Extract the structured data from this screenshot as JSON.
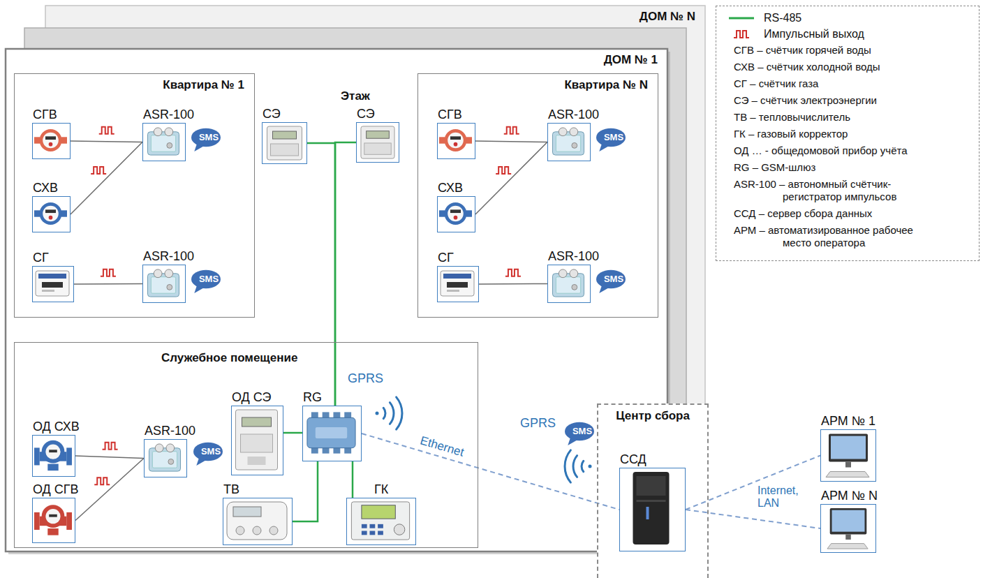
{
  "diagram": {
    "nodes": [
      {
        "text": [
          "ДОМ № N"
        ]
      },
      {
        "text": [
          "ДОМ № 1"
        ]
      },
      {
        "text": [
          "Квартира № 1"
        ],
        "in": 1
      },
      {
        "text": [
          "СГВ"
        ],
        "in": 2
      },
      {
        "text": [
          "СХВ"
        ],
        "in": 2
      },
      {
        "text": [
          "ASR-100"
        ],
        "in": 2
      },
      {
        "text": [
          "SMS"
        ],
        "in": 2
      },
      {
        "text": [
          "СГ"
        ],
        "in": 2
      },
      {
        "text": [
          "ASR-100"
        ],
        "in": 2
      },
      {
        "text": [
          "SMS"
        ],
        "in": 2
      },
      {
        "text": [
          "СЭ"
        ],
        "in": 1
      },
      {
        "text": [
          "СЭ"
        ],
        "in": 1
      },
      {
        "text": [
          "Квартира № N"
        ],
        "in": 1
      },
      {
        "text": [
          "СГВ"
        ],
        "in": 12
      },
      {
        "text": [
          "СХВ"
        ],
        "in": 12
      },
      {
        "text": [
          "ASR-100"
        ],
        "in": 12
      },
      {
        "text": [
          "SMS"
        ],
        "in": 12
      },
      {
        "text": [
          "СГ"
        ],
        "in": 12
      },
      {
        "text": [
          "ASR-100"
        ],
        "in": 12
      },
      {
        "text": [
          "SMS"
        ],
        "in": 12
      },
      {
        "text": [
          "Служебное помещение"
        ],
        "in": 1
      },
      {
        "text": [
          "ОД СХВ"
        ],
        "in": 20
      },
      {
        "text": [
          "ОД СГВ"
        ],
        "in": 20
      },
      {
        "text": [
          "ASR-100"
        ],
        "in": 20
      },
      {
        "text": [
          "SMS"
        ],
        "in": 20
      },
      {
        "text": [
          "ОД СЭ"
        ],
        "in": 20
      },
      {
        "text": [
          "RG"
        ],
        "in": 20
      },
      {
        "text": [
          "ТВ"
        ],
        "in": 20
      },
      {
        "text": [
          "ГК"
        ],
        "in": 20
      },
      {
        "text": [
          "SMS"
        ]
      },
      {
        "text": [
          "Центр сбора"
        ]
      },
      {
        "text": [
          "ССД"
        ],
        "in": 30
      },
      {
        "text": [
          "АРМ № 1"
        ]
      },
      {
        "text": [
          "АРМ № N"
        ]
      }
    ],
    "edges": [
      {
        "from": 3,
        "to": 5,
        "arrow": "none"
      },
      {
        "from": 4,
        "to": 5,
        "arrow": "none"
      },
      {
        "from": 7,
        "to": 8,
        "arrow": "none"
      },
      {
        "from": 13,
        "to": 15,
        "arrow": "none"
      },
      {
        "from": 14,
        "to": 15,
        "arrow": "none"
      },
      {
        "from": 17,
        "to": 18,
        "arrow": "none"
      },
      {
        "from": 21,
        "to": 23,
        "arrow": "none"
      },
      {
        "from": 22,
        "to": 23,
        "arrow": "none"
      },
      {
        "from": 10,
        "to": 26,
        "arrow": "none"
      },
      {
        "from": 11,
        "to": 26,
        "arrow": "none"
      },
      {
        "from": 25,
        "to": 26,
        "arrow": "none"
      },
      {
        "from": 27,
        "to": 26,
        "arrow": "none"
      },
      {
        "from": 28,
        "to": 26,
        "arrow": "none"
      },
      {
        "from": 26,
        "to": 31,
        "label": "Ethernet",
        "arrow": "none"
      },
      {
        "from": 31,
        "to": 32,
        "arrow": "none"
      },
      {
        "from": 31,
        "to": 33,
        "arrow": "none"
      }
    ],
    "labels": [
      "Этаж",
      "GPRS",
      "GPRS",
      "Internet, LAN"
    ],
    "legend": [
      {
        "text": "RS-485"
      },
      {
        "text": "Импульсный выход"
      },
      {
        "text": "СГВ – счётчик горячей воды"
      },
      {
        "text": "СХВ – счётчик холодной воды"
      },
      {
        "text": "СГ – счётчик газа"
      },
      {
        "text": "СЭ – счётчик электроэнергии"
      },
      {
        "text": "ТВ – тепловычислитель"
      },
      {
        "text": "ГК – газовый корректор"
      },
      {
        "text": "ОД … - общедомовой прибор учёта"
      },
      {
        "text": "RG – GSM-шлюз"
      },
      {
        "text": "ASR-100 – автономный счётчик-регистратор импульсов"
      },
      {
        "text": "ССД – сервер сбора данных"
      },
      {
        "text": "АРМ – автоматизированное рабочее место оператора"
      }
    ]
  }
}
